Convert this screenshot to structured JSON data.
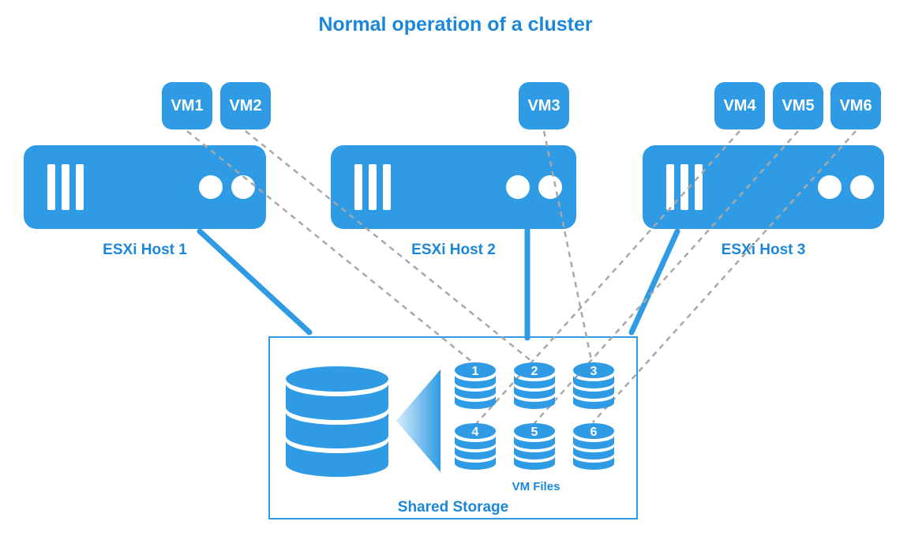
{
  "title": "Normal operation of a cluster",
  "colors": {
    "accent": "#2E9BE4",
    "text_blue": "#1C87D9",
    "dash_gray": "#A8A8A8",
    "gradient_light": "#D8EDFB",
    "background": "#FFFFFF"
  },
  "hosts": [
    {
      "label": "ESXi Host 1",
      "vms": [
        {
          "label": "VM1"
        },
        {
          "label": "VM2"
        }
      ]
    },
    {
      "label": "ESXi Host 2",
      "vms": [
        {
          "label": "VM3"
        }
      ]
    },
    {
      "label": "ESXi Host 3",
      "vms": [
        {
          "label": "VM4"
        },
        {
          "label": "VM5"
        },
        {
          "label": "VM6"
        }
      ]
    }
  ],
  "storage": {
    "label": "Shared Storage",
    "files_label": "VM Files",
    "disks": [
      {
        "label": "1"
      },
      {
        "label": "2"
      },
      {
        "label": "3"
      },
      {
        "label": "4"
      },
      {
        "label": "5"
      },
      {
        "label": "6"
      }
    ]
  }
}
